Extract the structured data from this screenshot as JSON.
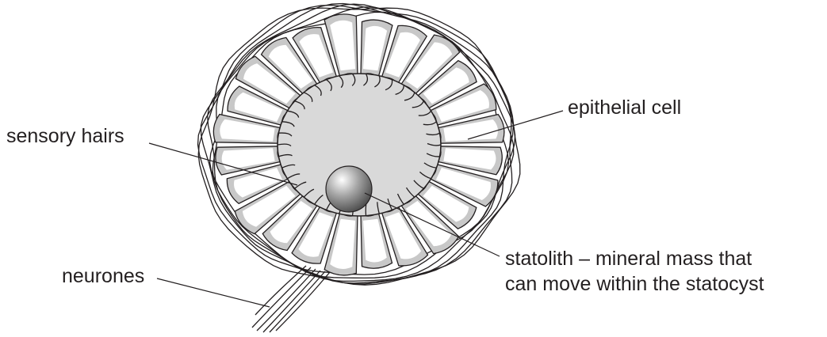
{
  "labels": {
    "sensory_hairs": "sensory hairs",
    "epithelial_cell": "epithelial cell",
    "neurones": "neurones",
    "statolith_line1": "statolith – mineral mass that",
    "statolith_line2": "can move within the statocyst"
  },
  "colors": {
    "line": "#231f20",
    "lumen_fill": "#d9d9d9",
    "cell_fill": "#ffffff",
    "cell_shadow": "#c8c8c8"
  }
}
